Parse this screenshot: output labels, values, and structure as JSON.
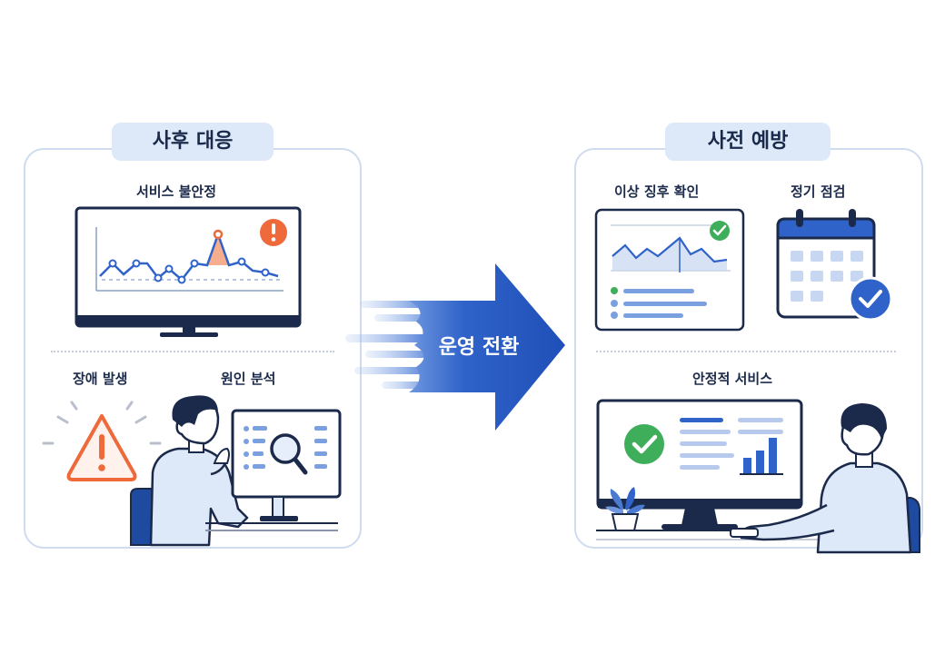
{
  "left": {
    "title": "사후 대응",
    "service_unstable": "서비스 불안정",
    "outage": "장애 발생",
    "root_cause": "원인 분석"
  },
  "transition": {
    "label": "운영 전환"
  },
  "right": {
    "title": "사전 예방",
    "anomaly": "이상 징후 확인",
    "regular_check": "정기 점검",
    "stable_service": "안정적 서비스"
  },
  "colors": {
    "navy": "#1b2a4a",
    "blue": "#2f63c9",
    "light_blue": "#dde8f8",
    "orange": "#ee6a3a",
    "green": "#3fae5a"
  },
  "icons": [
    "alert-icon",
    "warning-icon",
    "magnifier-icon",
    "check-icon",
    "calendar-icon",
    "bar-chart-icon",
    "plant-icon"
  ]
}
